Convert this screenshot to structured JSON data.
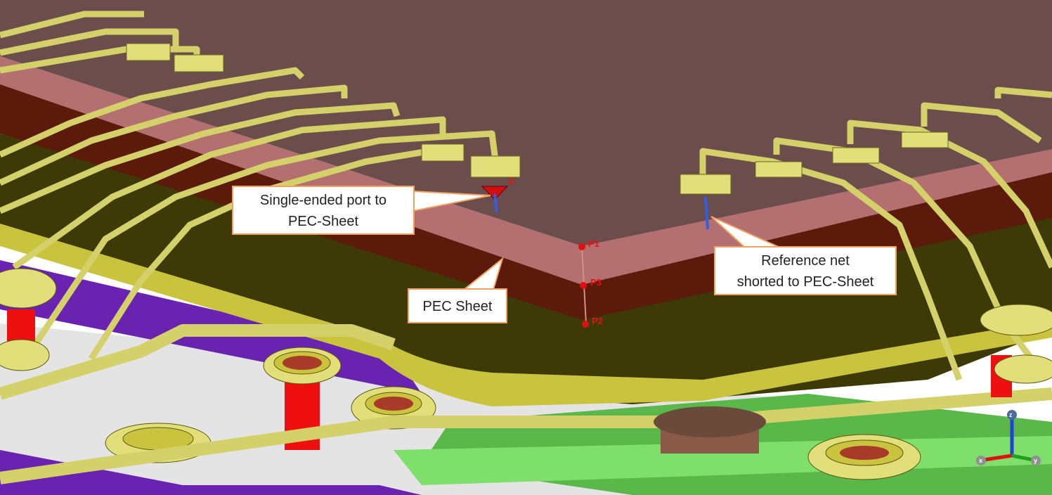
{
  "colors": {
    "top_plane": "#6b4d4b",
    "pink_band": "#b47070",
    "dark_red_band": "#5c1a0a",
    "olive_board": "#3d3a08",
    "trace_yellow": "#d4d06a",
    "pad_yellow": "#e2de7a",
    "via_red": "#ee1010",
    "callout_border": "#f0a060",
    "port_blue": "#3060e0",
    "marker_red": "#e01010"
  },
  "callouts": {
    "port": {
      "line1": "Single-ended port to",
      "line2": "PEC-Sheet"
    },
    "sheet": {
      "line1": "PEC Sheet"
    },
    "reference": {
      "line1": "Reference net",
      "line2": "shorted to PEC-Sheet"
    }
  },
  "points": {
    "p1": "P1",
    "p2": "P2",
    "p3": "P3"
  },
  "port_label": "2",
  "axes": {
    "z": "z",
    "x": "x",
    "y": "y"
  }
}
